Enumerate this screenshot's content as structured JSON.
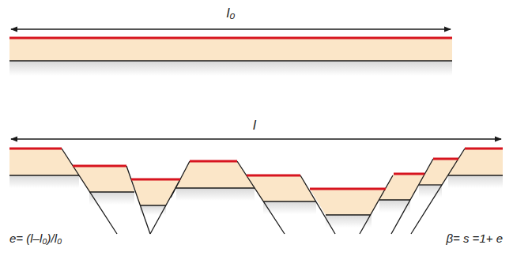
{
  "diagram": {
    "labels": [
      "l₀",
      "l",
      "e= (l–l₀)/l₀",
      "β= s =1+ e"
    ]
  }
}
